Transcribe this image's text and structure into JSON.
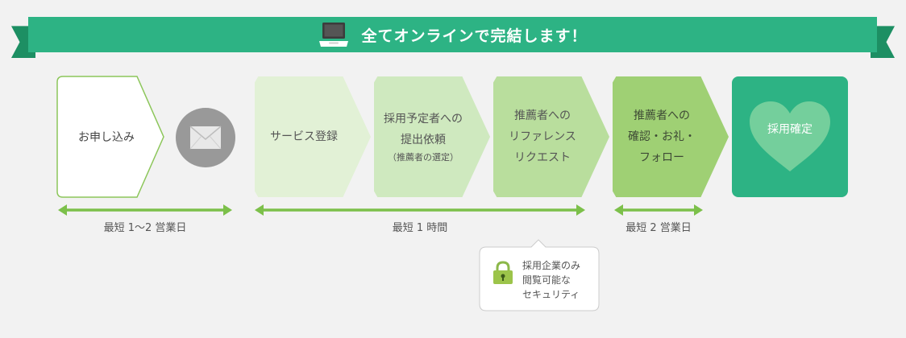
{
  "banner": {
    "title": "全てオンラインで完結します！",
    "icon": "laptop-icon"
  },
  "steps": {
    "apply": {
      "label": "お申し込み"
    },
    "mail": {
      "icon": "envelope-icon"
    },
    "service": {
      "label": "サービス登録"
    },
    "request": {
      "line1": "採用予定者への",
      "line2": "提出依頼",
      "note": "（推薦者の選定）"
    },
    "reference": {
      "line1": "推薦者への",
      "line2": "リファレンス",
      "line3": "リクエスト"
    },
    "follow": {
      "line1": "推薦者への",
      "line2": "確認・お礼・",
      "line3": "フォロー"
    },
    "hire": {
      "label": "採用確定",
      "icon": "heart-icon"
    }
  },
  "timeline": {
    "first": "最短 1〜2 営業日",
    "second": "最短 1 時間",
    "third": "最短 2 営業日"
  },
  "security": {
    "icon": "lock-icon",
    "line1": "採用企業のみ",
    "line2": "閲覧可能な",
    "line3": "セキュリティ"
  },
  "colors": {
    "banner": "#2db384",
    "banner_fold": "#1d8f63",
    "arrow_green": "#7cc04a",
    "step_1": "#e2f1d6",
    "step_2": "#cfe9bf",
    "step_3": "#b9de9d",
    "step_4": "#9fd074",
    "hire": "#2db384",
    "heart": "#74cf9c"
  }
}
